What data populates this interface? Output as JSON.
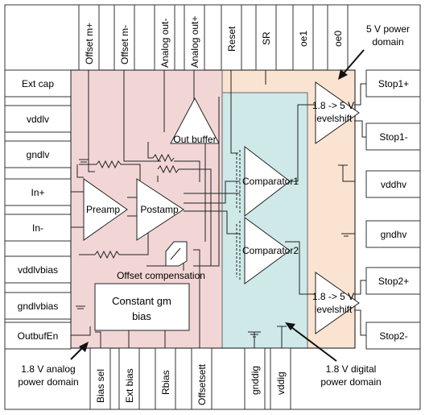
{
  "pins": {
    "left": [
      "Ext cap",
      "vddlv",
      "gndlv",
      "In+",
      "In-",
      "vddlvbias",
      "gndlvbias",
      "OutbufEn"
    ],
    "top": [
      "Offset m+",
      "Offset m-",
      "Analog out-",
      "Analog out+",
      "Reset",
      "SR",
      "oe1",
      "oe0"
    ],
    "right": [
      "Stop1+",
      "Stop1-",
      "vddhv",
      "gndhv",
      "Stop2+",
      "Stop2-"
    ],
    "bottom": [
      "Bias sel",
      "Ext bias",
      "Rbias",
      "Offsetsett",
      "gnddig",
      "vddig"
    ]
  },
  "blocks": {
    "out_buffer": "Out buffer",
    "preamp": "Preamp",
    "postamp": "Postamp",
    "comparator1": "Comparator1",
    "comparator2": "Comparator2",
    "offset_compensation": "Offset compensation",
    "constant_gm_line1": "Constant gm",
    "constant_gm_line2": "bias",
    "levelshift1_line1": "1.8 -> 5 V",
    "levelshift1_line2": "levelshift",
    "levelshift2_line1": "1.8 -> 5 V",
    "levelshift2_line2": "levelshift"
  },
  "annotations": {
    "power_5v_line1": "5 V power",
    "power_5v_line2": "domain",
    "analog_line1": "1.8 V analog",
    "analog_line2": "power domain",
    "digital_line1": "1.8 V digital",
    "digital_line2": "power domain"
  },
  "colors": {
    "analog_domain": "#f2d6d6",
    "digital_domain": "#cfe9e9",
    "hv_domain": "#fbe3d2"
  }
}
